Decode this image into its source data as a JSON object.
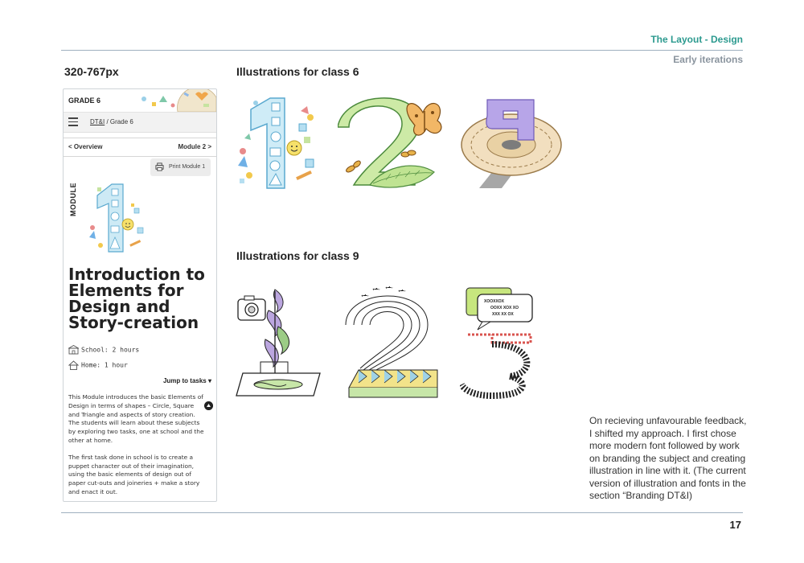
{
  "header": {
    "title": "The Layout - Design",
    "subtitle": "Early iterations"
  },
  "breakpoint_label": "320-767px",
  "sections": {
    "class6_title": "Illustrations for class 6",
    "class9_title": "Illustrations for class 9"
  },
  "phone": {
    "grade": "GRADE 6",
    "breadcrumb_link": "DT&I",
    "breadcrumb_rest": " / Grade 6",
    "prev_label": "< Overview",
    "next_label": "Module 2 >",
    "print_label": "Print Module 1",
    "module_label": "MODULE",
    "title": "Introduction to Elements for Design and Story-creation",
    "school_time": "School: 2 hours",
    "home_time": "Home: 1 hour",
    "jump_label": "Jump to tasks",
    "para1": "This Module introduces the basic Elements of Design in terms of shapes  –  Circle, Square and Triangle and aspects of story creation. The students will learn about these subjects by exploring two tasks, one at school and the other at home.",
    "para2": "The first task done in school is to create a puppet character out of their imagination, using the basic elements of design out of paper cut-outs and joineries + make a story and enact it out."
  },
  "class6_items": [
    "1",
    "2",
    "9"
  ],
  "class9_items": [
    "1",
    "2",
    "3"
  ],
  "speech_bubble_text": [
    "XOOXXOX",
    "OOXX XOX XO",
    "XXX XX OX"
  ],
  "feedback_text": "On recieving unfavourable feedback, I shifted my approach. I first chose more modern font followed by work on branding the subject and creating illustration in line with it. (The current version of illustration and fonts in the section “Branding DT&I)",
  "page_number": "17",
  "colors": {
    "accent": "#2c9a8f",
    "muted": "#8a949e",
    "rule": "#9fb0bf"
  }
}
